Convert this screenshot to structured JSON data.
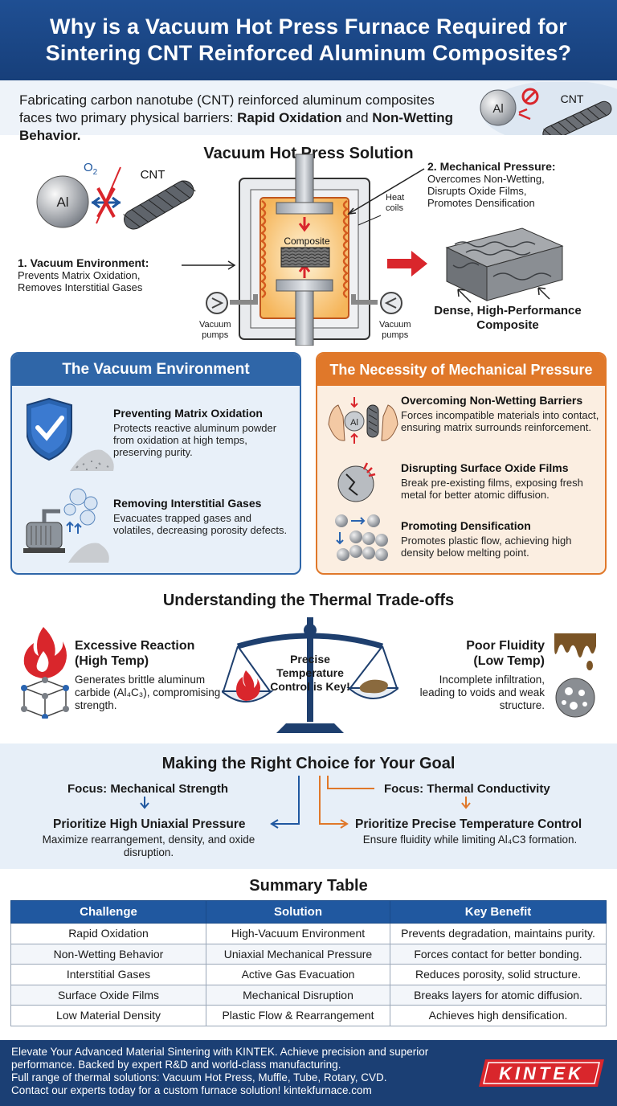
{
  "header": {
    "title_line1": "Why is a Vacuum Hot Press Furnace Required for",
    "title_line2": "Sintering CNT Reinforced Aluminum Composites?"
  },
  "intro": {
    "text_part1": "Fabricating carbon nanotube (CNT) reinforced aluminum composites faces two primary physical barriers: ",
    "barrier1": "Rapid Oxidation",
    "and": " and ",
    "barrier2": "Non-Wetting Behavior.",
    "icon_al_label": "Al",
    "icon_cnt_label": "CNT"
  },
  "solution": {
    "title": "Vacuum Hot Press Solution",
    "al_label": "Al",
    "o2_label": "O",
    "o2_sub": "2",
    "cnt_label": "CNT",
    "composite_label": "Composite",
    "heat_coils_line1": "Heat",
    "heat_coils_line2": "coils",
    "pump_left_line1": "Vacuum",
    "pump_left_line2": "pumps",
    "pump_right_line1": "Vacuum",
    "pump_right_line2": "pumps",
    "callout1_title": "1. Vacuum Environment:",
    "callout1_line1": "Prevents Matrix Oxidation,",
    "callout1_line2": "Removes Interstitial Gases",
    "callout2_title": "2. Mechanical Pressure:",
    "callout2_line1": "Overcomes Non-Wetting,",
    "callout2_line2": "Disrupts Oxide Films,",
    "callout2_line3": "Promotes Densification",
    "result_line1": "Dense, High-Performance",
    "result_line2": "Composite"
  },
  "vacuum_panel": {
    "title": "The Vacuum Environment",
    "items": [
      {
        "heading": "Preventing Matrix Oxidation",
        "desc": "Protects reactive aluminum powder from oxidation at high temps, preserving purity."
      },
      {
        "heading": "Removing Interstitial Gases",
        "desc": "Evacuates trapped gases and volatiles, decreasing porosity defects."
      }
    ]
  },
  "pressure_panel": {
    "title": "The Necessity of Mechanical Pressure",
    "icon_al_label": "Al",
    "items": [
      {
        "heading": "Overcoming Non-Wetting Barriers",
        "desc": "Forces incompatible materials into contact, ensuring matrix surrounds reinforcement."
      },
      {
        "heading": "Disrupting Surface Oxide Films",
        "desc": "Break pre-existing films, exposing fresh metal for better atomic diffusion."
      },
      {
        "heading": "Promoting Densification",
        "desc": "Promotes plastic flow, achieving high density below melting point."
      }
    ]
  },
  "thermal": {
    "title": "Understanding the Thermal Trade-offs",
    "left_heading_line1": "Excessive Reaction",
    "left_heading_line2": "(High Temp)",
    "left_desc": "Generates brittle aluminum carbide (Al₄C₃), compromising strength.",
    "center_line1": "Precise",
    "center_line2": "Temperature",
    "center_line3": "Control is Key!",
    "right_heading_line1": "Poor Fluidity",
    "right_heading_line2": "(Low Temp)",
    "right_desc": "Incomplete infiltration, leading to voids and weak structure."
  },
  "choice": {
    "title": "Making the Right Choice for Your Goal",
    "left_focus": "Focus: Mechanical Strength",
    "left_action": "Prioritize High Uniaxial Pressure",
    "left_desc": "Maximize rearrangement, density, and oxide disruption.",
    "right_focus": "Focus: Thermal Conductivity",
    "right_action": "Prioritize Precise Temperature Control",
    "right_desc": "Ensure fluidity while limiting Al₄C3 formation."
  },
  "summary": {
    "title": "Summary Table",
    "headers": [
      "Challenge",
      "Solution",
      "Key Benefit"
    ],
    "rows": [
      [
        "Rapid Oxidation",
        "High-Vacuum Environment",
        "Prevents degradation, maintains purity."
      ],
      [
        "Non-Wetting Behavior",
        "Uniaxial Mechanical Pressure",
        "Forces contact for better bonding."
      ],
      [
        "Interstitial Gases",
        "Active Gas Evacuation",
        "Reduces porosity, solid structure."
      ],
      [
        "Surface Oxide Films",
        "Mechanical Disruption",
        "Breaks layers for atomic diffusion."
      ],
      [
        "Low Material Density",
        "Plastic Flow & Rearrangement",
        "Achieves high densification."
      ]
    ]
  },
  "footer": {
    "line1": "Elevate Your Advanced Material Sintering with KINTEK. Achieve precision and superior performance. Backed by expert R&D and world-class manufacturing.",
    "line2": "Full range of thermal solutions: Vacuum Hot Press, Muffle, Tube, Rotary, CVD.",
    "line3": "Contact our experts today for a custom furnace solution! kintekfurnace.com",
    "logo_text": "KINTEK"
  },
  "colors": {
    "brand_blue": "#1f4f93",
    "accent_orange": "#e0782a",
    "logo_red": "#d9262c"
  }
}
